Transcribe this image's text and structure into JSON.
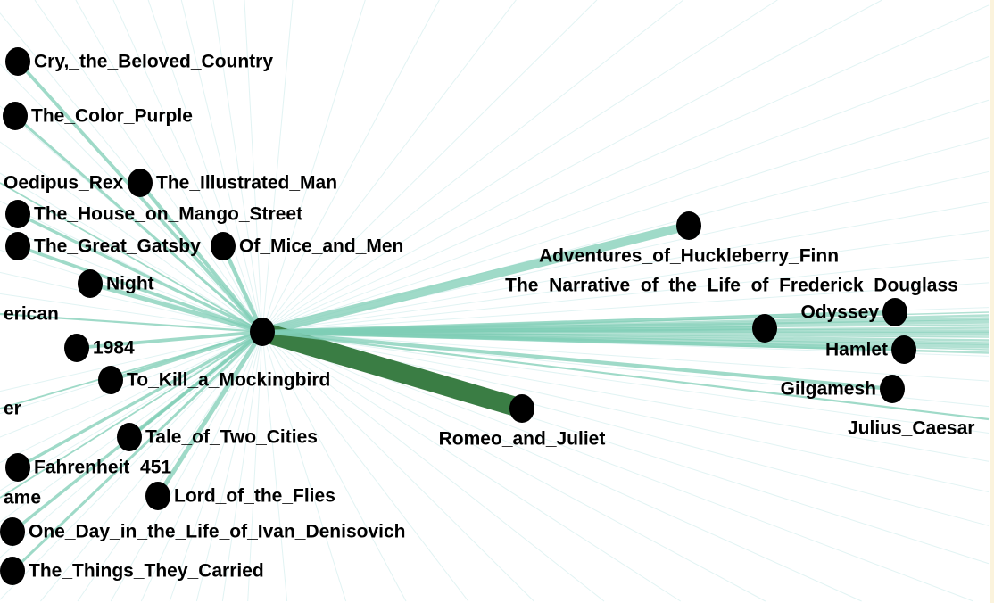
{
  "graph": {
    "hub": {
      "label": ""
    },
    "nodes": [
      {
        "id": "beloved",
        "label": "Cry,_the_Beloved_Country",
        "weight": 0.35
      },
      {
        "id": "purple",
        "label": "The_Color_Purple",
        "weight": 0.25
      },
      {
        "id": "rex",
        "label": "Oedipus_Rex",
        "weight": 0.1
      },
      {
        "id": "illustrated",
        "label": "The_Illustrated_Man",
        "weight": 0.4
      },
      {
        "id": "mango",
        "label": "The_House_on_Mango_Street",
        "weight": 0.3
      },
      {
        "id": "gatsby",
        "label": "The_Great_Gatsby",
        "weight": 0.35
      },
      {
        "id": "mice",
        "label": "Of_Mice_and_Men",
        "weight": 0.45
      },
      {
        "id": "night",
        "label": "Night",
        "weight": 0.5
      },
      {
        "id": "american",
        "label": "erican",
        "weight": 0.15
      },
      {
        "id": "1984",
        "label": "1984",
        "weight": 0.35
      },
      {
        "id": "mockingbird",
        "label": "To_Kill_a_Mockingbird",
        "weight": 0.4
      },
      {
        "id": "er",
        "label": "er",
        "weight": 0.1
      },
      {
        "id": "twocities",
        "label": "Tale_of_Two_Cities",
        "weight": 0.35
      },
      {
        "id": "fahrenheit",
        "label": "Fahrenheit_451",
        "weight": 0.3
      },
      {
        "id": "ame",
        "label": "ame",
        "weight": 0.1
      },
      {
        "id": "flies",
        "label": "Lord_of_the_Flies",
        "weight": 0.5
      },
      {
        "id": "ivan",
        "label": "One_Day_in_the_Life_of_Ivan_Denisovich",
        "weight": 0.3
      },
      {
        "id": "things",
        "label": "The_Things_They_Carried",
        "weight": 0.25
      },
      {
        "id": "huck",
        "label": "Adventures_of_Huckleberry_Finn",
        "weight": 0.5
      },
      {
        "id": "romeo",
        "label": "Romeo_and_Juliet",
        "weight": 1.0
      },
      {
        "id": "douglass",
        "label": "The_Narrative_of_the_Life_of_Frederick_Douglass",
        "weight": 0.4
      },
      {
        "id": "odyssey",
        "label": "Odyssey",
        "weight": 0.4
      },
      {
        "id": "hamlet",
        "label": "Hamlet",
        "weight": 0.4
      },
      {
        "id": "gilgamesh",
        "label": "Gilgamesh",
        "weight": 0.4
      },
      {
        "id": "julius",
        "label": "Julius_Caesar",
        "weight": 0.15
      }
    ],
    "colors": {
      "strong_edge": "#3a7d44",
      "medium_edge": "#7fcdb5",
      "faint_edge": "#d9f0f0",
      "node": "#000000"
    }
  }
}
